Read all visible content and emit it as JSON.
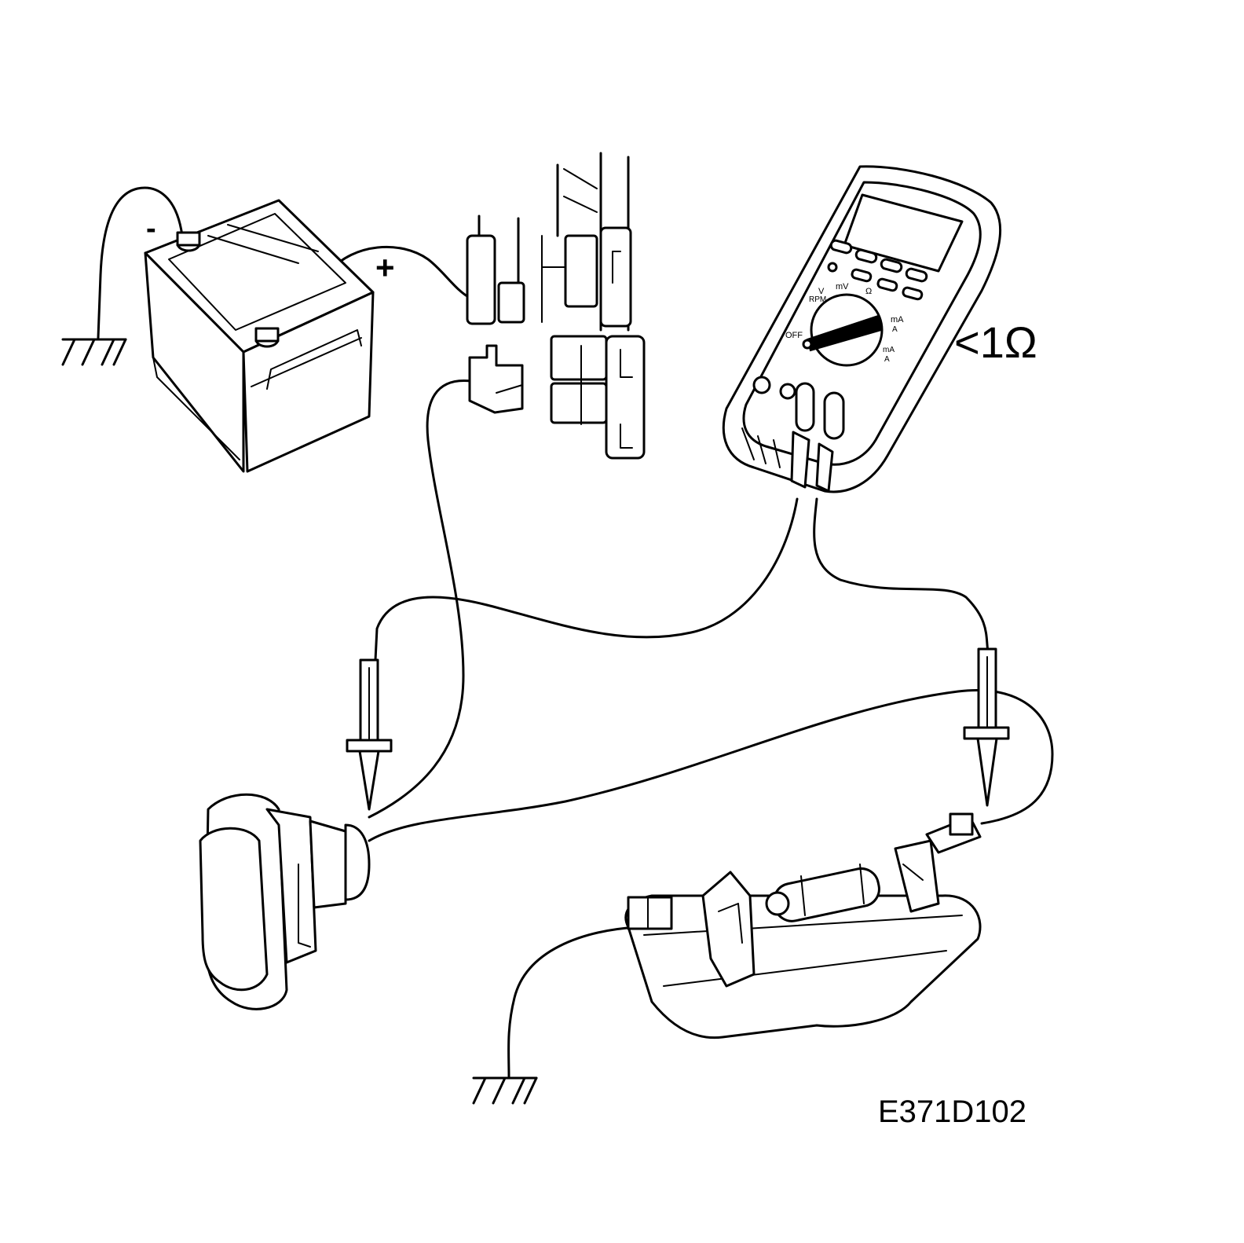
{
  "battery": {
    "negative_label": "-",
    "positive_label": "+"
  },
  "multimeter": {
    "reading_label": "<1Ω",
    "dial_labels": [
      "V",
      "RPM",
      "mV",
      "Ω",
      "mA",
      "A",
      "OFF",
      "mA",
      "A"
    ]
  },
  "figure_id": "E371D102",
  "icons": [
    "ground-icon",
    "battery-icon",
    "fuse-box-icon",
    "multimeter-icon",
    "test-probe-icon",
    "rocker-switch-icon",
    "courtesy-lamp-icon"
  ]
}
